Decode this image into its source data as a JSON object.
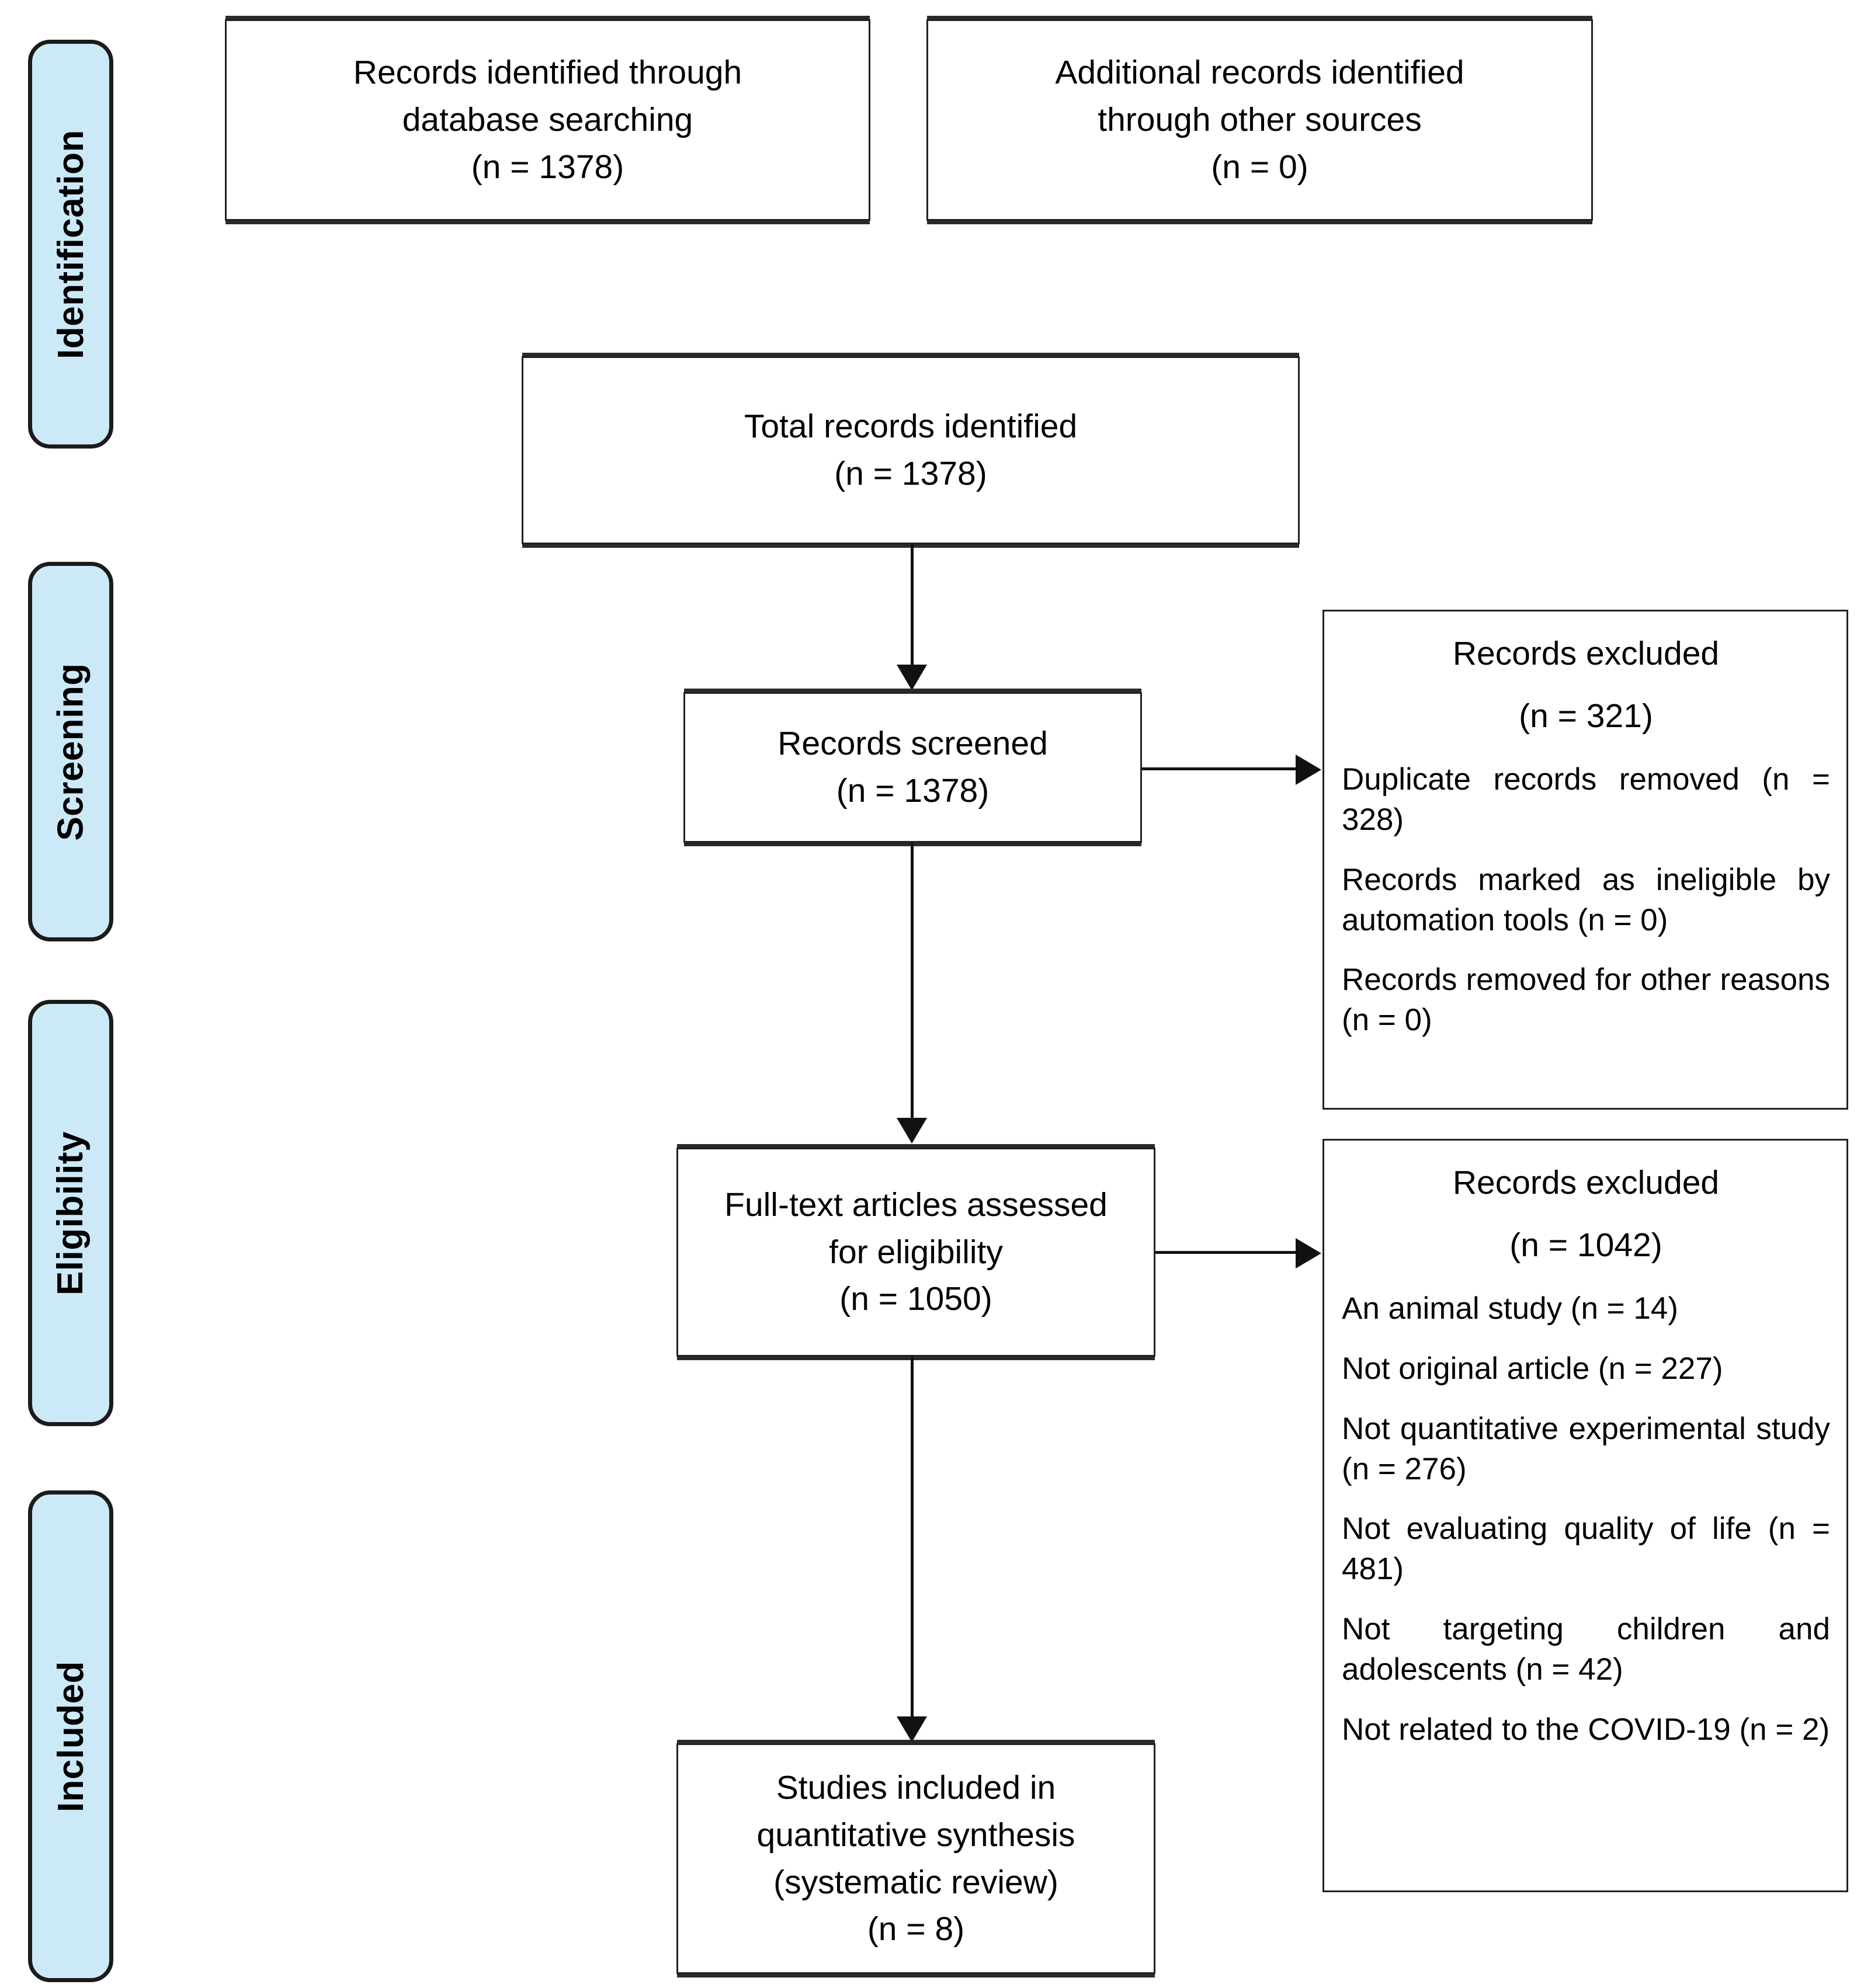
{
  "diagram": {
    "type": "prisma-flow-diagram",
    "stages": [
      {
        "id": "identification",
        "label": "Identification"
      },
      {
        "id": "screening",
        "label": "Screening"
      },
      {
        "id": "eligibility",
        "label": "Eligibility"
      },
      {
        "id": "included",
        "label": "Included"
      }
    ],
    "colors": {
      "stage_fill": "#cce9f8",
      "stage_border": "#1b1b1b",
      "box_border": "#222222",
      "box_fill": "#ffffff",
      "connector": "#111111",
      "text": "#000000"
    },
    "boxes": {
      "db_search": {
        "line1": "Records identified through",
        "line2": "database searching",
        "line3": "(n = 1378)"
      },
      "other_sources": {
        "line1": "Additional records identified",
        "line2": "through other sources",
        "line3": "(n = 0)"
      },
      "total_records": {
        "line1": "Total records identified",
        "line2": "(n = 1378)"
      },
      "records_screened": {
        "line1": "Records screened",
        "line2": "(n = 1378)"
      },
      "fulltext_assessed": {
        "line1": "Full-text articles assessed",
        "line2": "for eligibility",
        "line3": "(n = 1050)"
      },
      "studies_included": {
        "line1": "Studies included in",
        "line2": "quantitative synthesis",
        "line3": "(systematic review)",
        "line4": "(n = 8)"
      },
      "excluded_screening": {
        "title": "Records excluded",
        "count": "(n = 321)",
        "reasons": [
          "Duplicate records removed (n = 328)",
          "Records marked as ineligible by automation tools (n = 0)",
          "Records removed for other reasons (n = 0)"
        ]
      },
      "excluded_eligibility": {
        "title": "Records excluded",
        "count": "(n = 1042)",
        "reasons": [
          "An animal study (n = 14)",
          "Not original article (n = 227)",
          "Not quantitative experimental study (n = 276)",
          "Not evaluating quality of life (n = 481)",
          "Not targeting children and adolescents (n = 42)",
          "Not related to the COVID-19 (n = 2)"
        ]
      }
    }
  }
}
